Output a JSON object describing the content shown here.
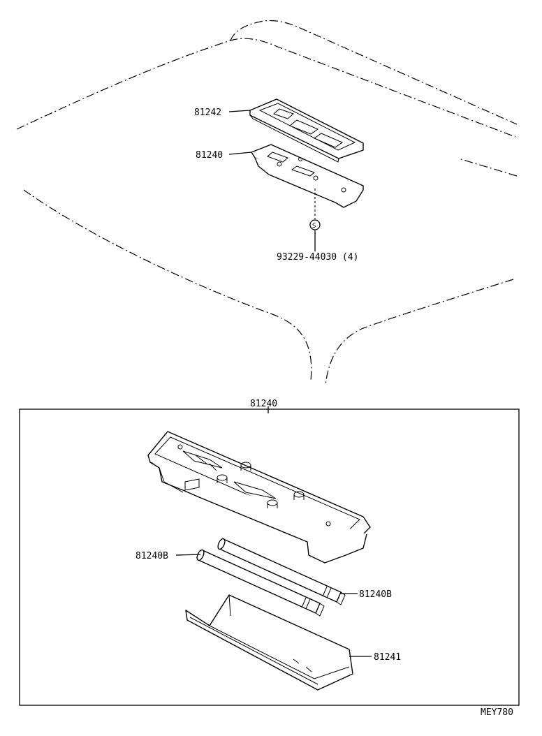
{
  "labels": {
    "cover_top": "81242",
    "lamp_top": "81240",
    "screw": "93229-44030 (4)",
    "screw_symbol": "S",
    "detail_header": "81240",
    "bulb_left": "81240B",
    "bulb_right": "81240B",
    "lens": "81241",
    "figure_code": "MEY780"
  }
}
